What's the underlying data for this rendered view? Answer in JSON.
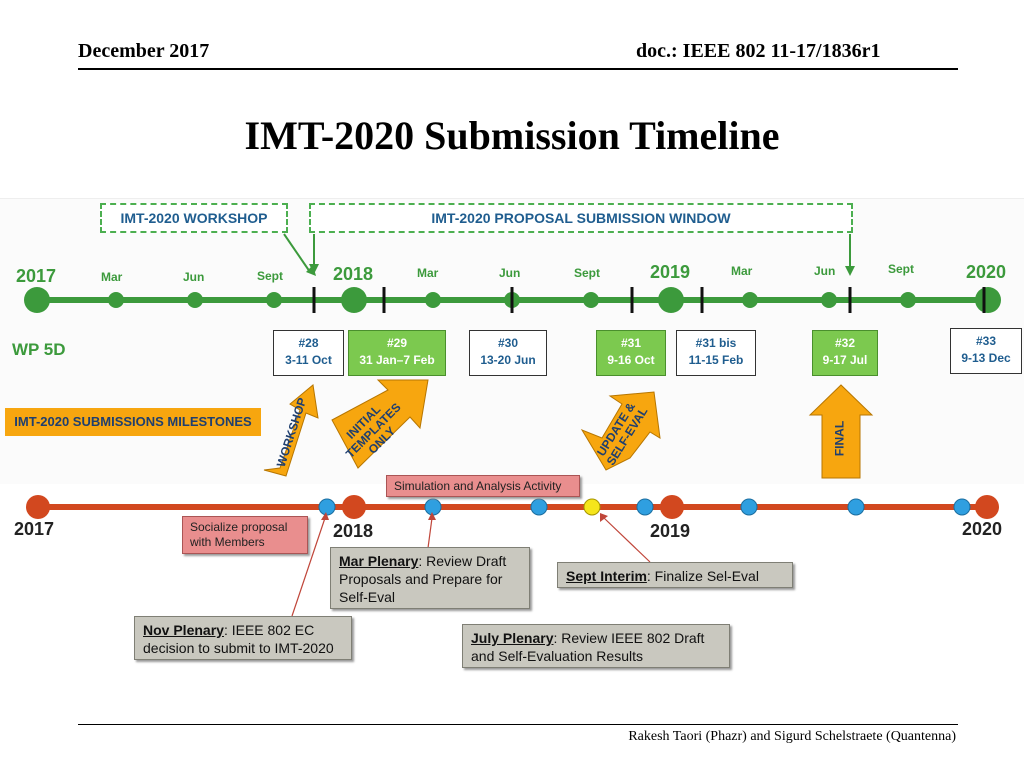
{
  "header": {
    "date": "December 2017",
    "doc": "doc.: IEEE 802 11-17/1836r1"
  },
  "title": "IMT-2020 Submission Timeline",
  "itu_timeline": {
    "workshop_label": "IMT-2020 WORKSHOP",
    "window_label": "IMT-2020 PROPOSAL SUBMISSION WINDOW",
    "years": [
      "2017",
      "2018",
      "2019",
      "2020"
    ],
    "months": [
      "Mar",
      "Jun",
      "Sept",
      "Mar",
      "Jun",
      "Sept",
      "Mar",
      "Jun",
      "Sept"
    ],
    "group_label": "WP 5D",
    "meetings": [
      {
        "num": "#28",
        "dates": "3-11 Oct",
        "highlight": false
      },
      {
        "num": "#29",
        "dates": "31 Jan–7 Feb",
        "highlight": true
      },
      {
        "num": "#30",
        "dates": "13-20 Jun",
        "highlight": false
      },
      {
        "num": "#31",
        "dates": "9-16 Oct",
        "highlight": true
      },
      {
        "num": "#31 bis",
        "dates": "11-15 Feb",
        "highlight": false
      },
      {
        "num": "#32",
        "dates": "9-17 Jul",
        "highlight": true
      },
      {
        "num": "#33",
        "dates": "9-13 Dec",
        "highlight": false
      }
    ],
    "milestones_label": "IMT-2020 SUBMISSIONS MILESTONES",
    "milestone_arrows": [
      "WORKSHOP",
      "INITIAL TEMPLATES ONLY",
      "UPDATE & SELF-EVAL",
      "FINAL"
    ],
    "colors": {
      "green": "#3c9a3c",
      "green_fill": "#7cc94f",
      "orange": "#f7a60f"
    }
  },
  "ieee_timeline": {
    "years": [
      "2017",
      "2018",
      "2019",
      "2020"
    ],
    "activity_label": "Simulation and Analysis Activity",
    "socialize_label": "Socialize proposal with Members",
    "notes": [
      {
        "head": "Mar Plenary",
        "text": ": Review Draft Proposals and Prepare for Self-Eval"
      },
      {
        "head": "Sept Interim",
        "text": ": Finalize Sel-Eval"
      },
      {
        "head": "Nov Plenary",
        "text": ": IEEE 802 EC decision to submit to IMT-2020"
      },
      {
        "head": "July Plenary",
        "text": ": Review IEEE 802 Draft and Self-Evaluation Results"
      }
    ],
    "colors": {
      "line": "#d2481f",
      "node": "#d2481f",
      "dot": "#2f9fe0",
      "highlight_dot": "#f5e51b",
      "note_bg": "#c9c8bf"
    }
  },
  "footer": "Rakesh Taori (Phazr) and Sigurd Schelstraete (Quantenna)"
}
